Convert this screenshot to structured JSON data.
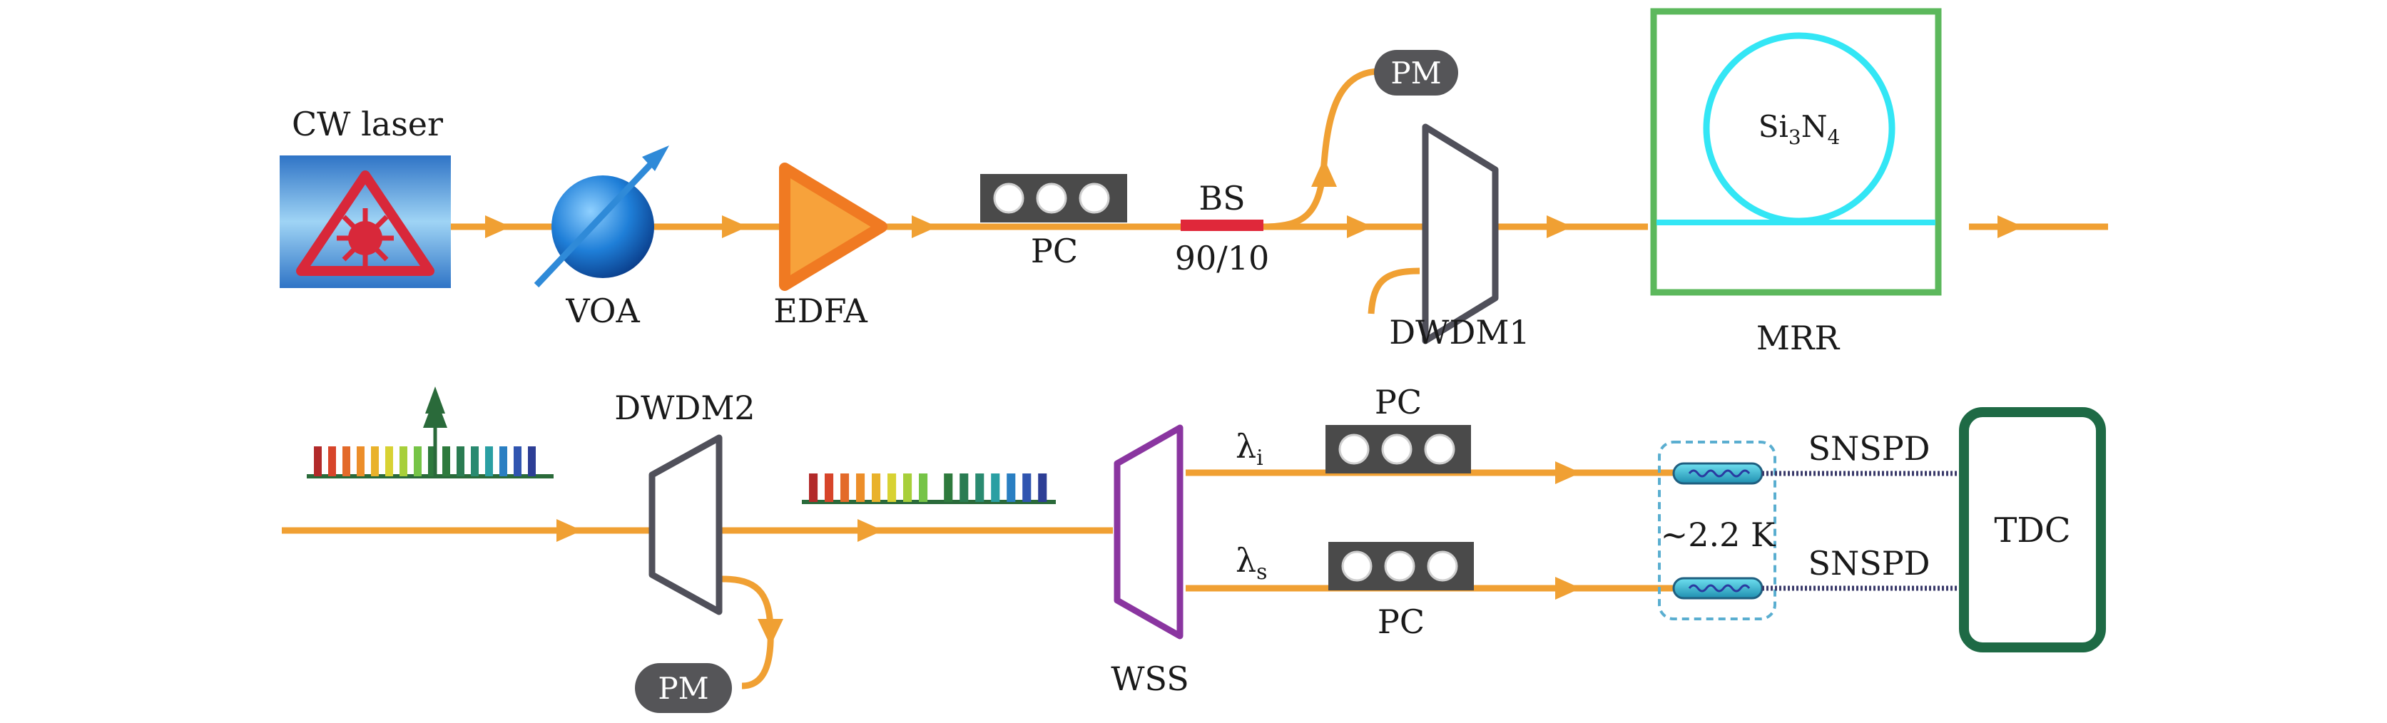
{
  "labels": {
    "cw_laser": "CW laser",
    "voa": "VOA",
    "edfa": "EDFA",
    "pc_top": "PC",
    "bs": "BS",
    "bs_ratio": "90/10",
    "pm_top": "PM",
    "dwdm1": "DWDM1",
    "mrr_material": "Si",
    "mrr_sub1": "3",
    "mrr_mid": "N",
    "mrr_sub2": "4",
    "mrr": "MRR",
    "dwdm2": "DWDM2",
    "pm_bottom": "PM",
    "wss": "WSS",
    "lambda_symbol": "λ",
    "idler_sub": "i",
    "signal_sub": "s",
    "pc_idler": "PC",
    "pc_signal": "PC",
    "temperature": "~2.2 K",
    "snspd_idler": "SNSPD",
    "snspd_signal": "SNSPD",
    "tdc": "TDC"
  },
  "colors": {
    "fiber": "#f0a033",
    "pc_box": "#4a4a4a",
    "bs": "#e0283a",
    "pm": "#555558",
    "dwdm": "#50505a",
    "mrr_chip": "#5cb85c",
    "ring": "#33e6f5",
    "wss": "#8a35a0",
    "snspd_dots": "#3a3a6a",
    "cryostat": "#5aaed0",
    "tdc": "#1e6a45",
    "edfa": "#f07a22",
    "laser_bg": "#3a8fd8",
    "laser_warning": "#d8283a"
  },
  "icons": {
    "laser": "laser-warning-icon",
    "voa": "variable-attenuator-icon",
    "edfa": "amplifier-triangle-icon",
    "spectrum": "frequency-comb-icon",
    "snspd": "nanowire-detector-icon"
  },
  "spectra": {
    "input_comb_colors": [
      "#b22a2a",
      "#d7452a",
      "#e36a2a",
      "#ec8e2a",
      "#e9b22b",
      "#d8d233",
      "#a7cf3a",
      "#76c447",
      "#2e7a3d",
      "#2e7a3d",
      "#2a7c52",
      "#2a8a70",
      "#2a9fa3",
      "#2a7fc2",
      "#3055b0",
      "#2d3e95"
    ],
    "output_comb_colors": [
      "#b22a2a",
      "#d7452a",
      "#e36a2a",
      "#ec8e2a",
      "#e9b22b",
      "#d8d233",
      "#a7cf3a",
      "#76c447",
      "#2e7a3d",
      "#2a7c52",
      "#2a8a70",
      "#2a9fa3",
      "#2a7fc2",
      "#3055b0",
      "#2d3e95"
    ]
  }
}
